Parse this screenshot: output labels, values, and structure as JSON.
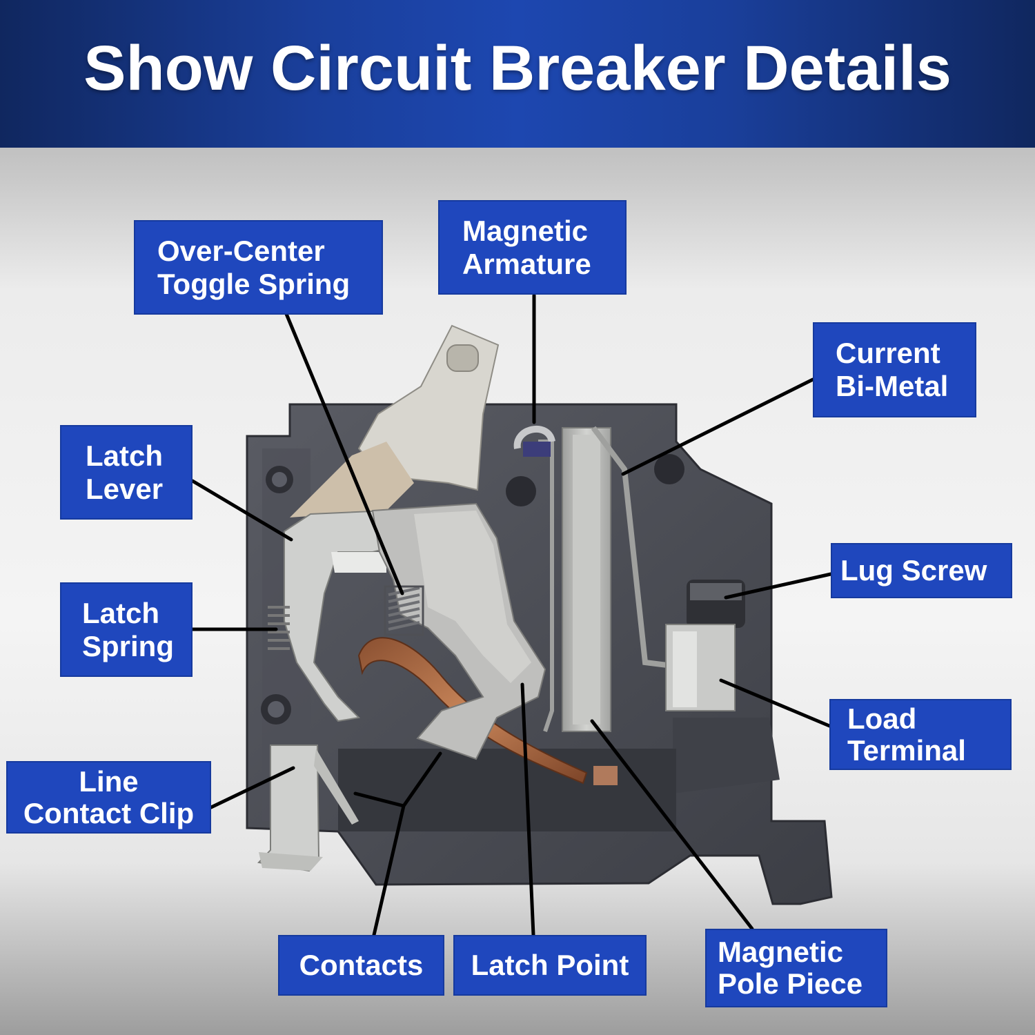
{
  "title": "Show Circuit Breaker Details",
  "labels": {
    "over_center_toggle_spring": "Over-Center\nToggle Spring",
    "magnetic_armature": "Magnetic\nArmature",
    "current_bi_metal": "Current\nBi-Metal",
    "latch_lever": "Latch\nLever",
    "latch_spring": "Latch\nSpring",
    "lug_screw": "Lug Screw",
    "load_terminal": "Load\nTerminal",
    "line_contact_clip": "Line\nContact Clip",
    "contacts": "Contacts",
    "latch_point": "Latch Point",
    "magnetic_pole_piece": "Magnetic\nPole Piece"
  },
  "colors": {
    "label_bg": "#1f47bd",
    "header_bg": "#1a3f9b",
    "housing": "#4b4d55",
    "metal": "#b9bab8"
  }
}
